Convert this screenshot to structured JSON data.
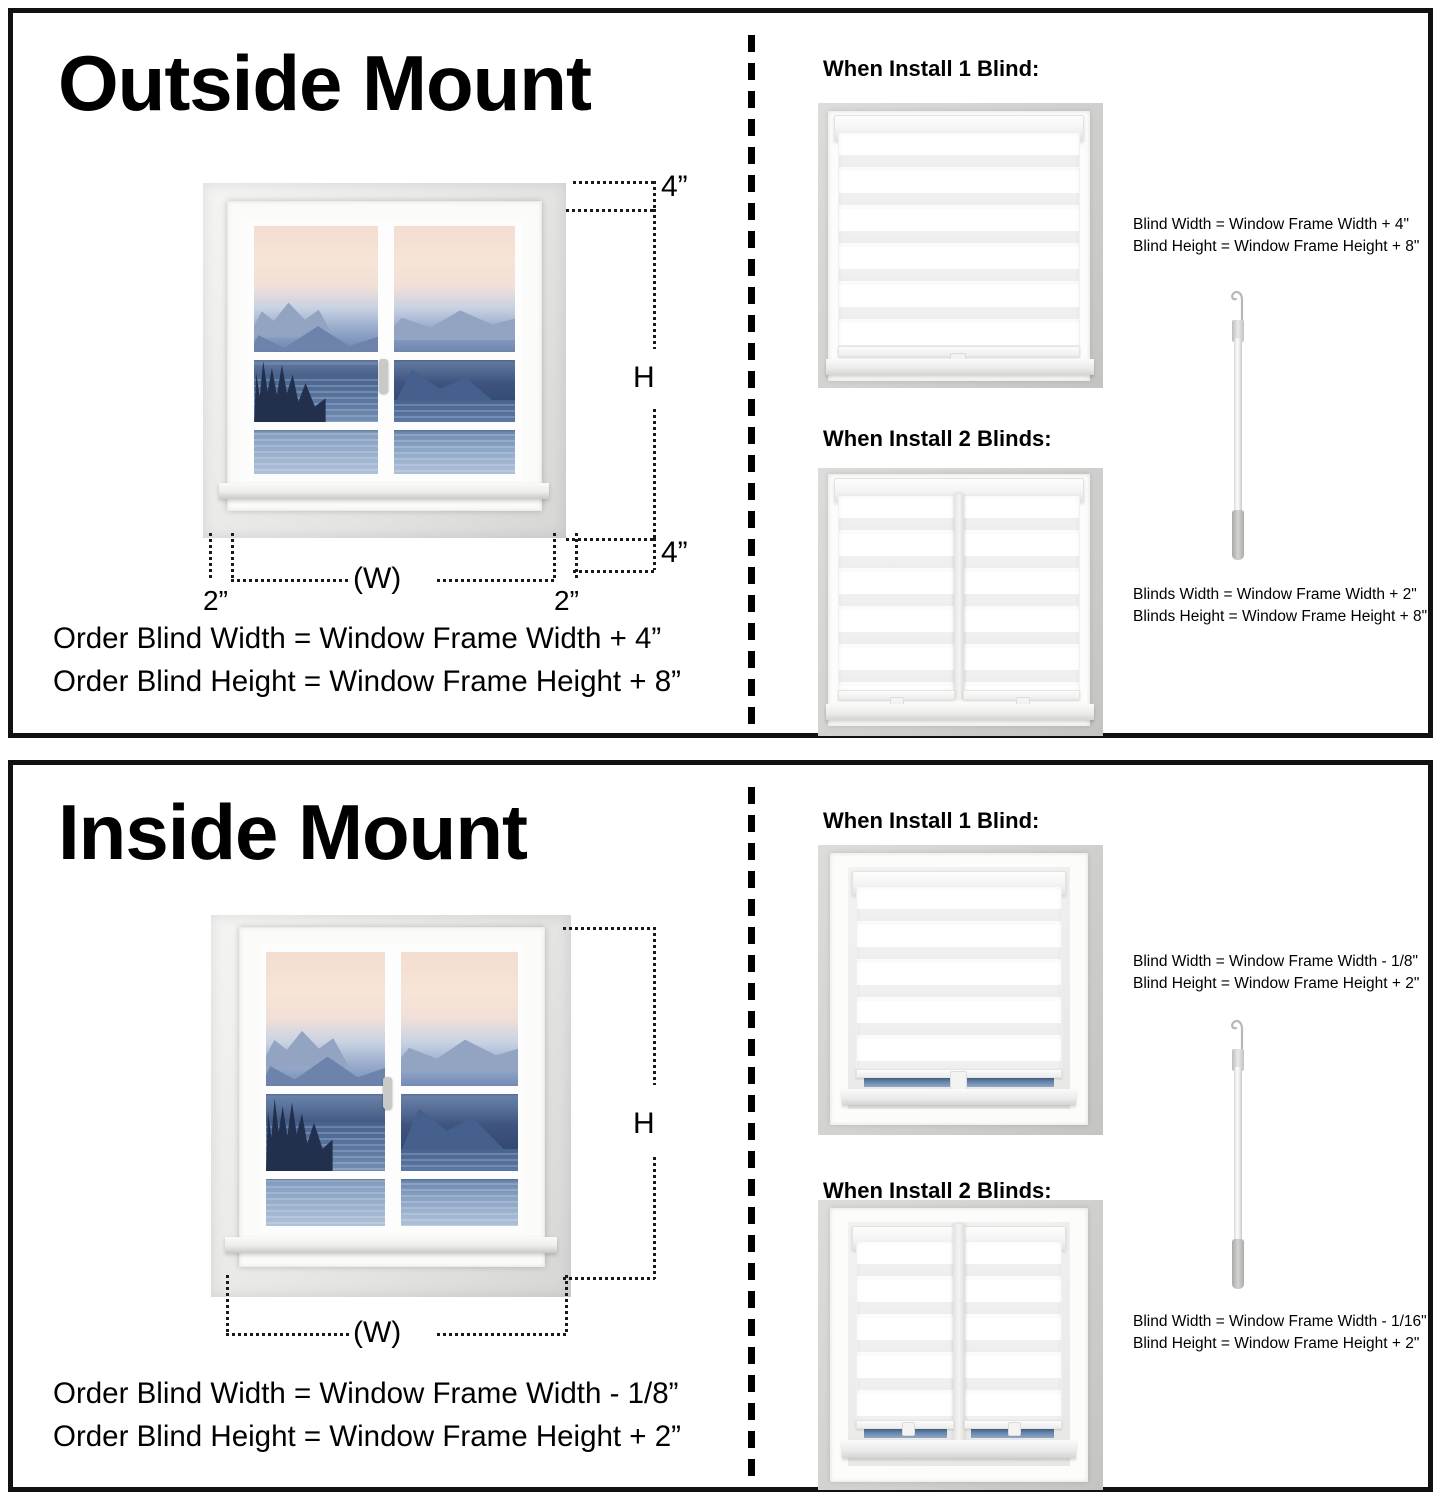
{
  "document": {
    "type": "blind-measuring-guide",
    "panels": [
      {
        "id": "outside-mount",
        "title": "Outside Mount",
        "window_diagram": {
          "width_label": "(W)",
          "height_label": "H",
          "top_offset_label": "4”",
          "bottom_offset_label": "4”",
          "left_offset_label": "2”",
          "right_offset_label": "2”"
        },
        "order_lines": [
          "Order Blind Width = Window Frame Width + 4”",
          "Order Blind Height = Window Frame Height + 8”"
        ],
        "install_cases": [
          {
            "heading": "When Install 1 Blind:",
            "notes": [
              "Blind Width = Window Frame Width + 4\"",
              "Blind Height = Window Frame Height + 8\""
            ],
            "blinds": 1
          },
          {
            "heading": "When Install 2 Blinds:",
            "notes": [
              "Blinds Width = Window Frame Width + 2\"",
              "Blinds Height = Window Frame Height + 8\""
            ],
            "blinds": 2
          }
        ]
      },
      {
        "id": "inside-mount",
        "title": "Inside Mount",
        "window_diagram": {
          "width_label": "(W)",
          "height_label": "H"
        },
        "order_lines": [
          "Order Blind Width = Window Frame Width - 1/8”",
          "Order Blind Height = Window Frame Height + 2”"
        ],
        "install_cases": [
          {
            "heading": "When Install 1 Blind:",
            "notes": [
              "Blind Width = Window Frame Width - 1/8\"",
              "Blind Height = Window Frame Height + 2\""
            ],
            "blinds": 1
          },
          {
            "heading": "When Install 2 Blinds:",
            "notes": [
              "Blind Width = Window Frame Width - 1/16\"",
              "Blind Height = Window Frame Height + 2\""
            ],
            "blinds": 2
          }
        ]
      }
    ],
    "colors": {
      "border": "#111111",
      "text": "#000000",
      "dimension_line": "#1a1a1a",
      "wall": "#d4d4d2",
      "glass_sky": "#f3ddd0",
      "glass_water": "#46628d"
    }
  }
}
